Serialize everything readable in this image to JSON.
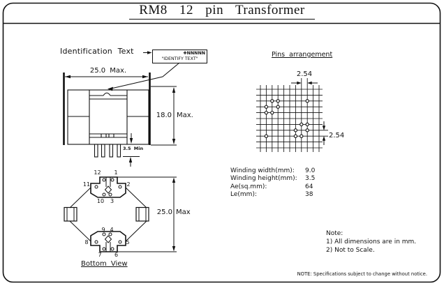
{
  "title": "RM8 12 pin Transformer",
  "identification": {
    "label": "Identification Text",
    "box": {
      "line1": "✚NNNNN",
      "line2": "\"IDENTIFY TEXT\""
    }
  },
  "front_view": {
    "width_dim": "25.0 Max.",
    "height_dim_value": "18.0",
    "height_dim_unit": "Max.",
    "pin_length_dim": "3.5 Min"
  },
  "pins_arrangement": {
    "heading": "Pins arrangement",
    "horizontal_pitch": "2.54",
    "vertical_pitch": "2.54"
  },
  "bottom_view": {
    "label": "Bottom View",
    "height_dim_value": "25.0",
    "height_dim_unit": "Max",
    "pin_numbers": [
      "12",
      "1",
      "11",
      "2",
      "10",
      "3",
      "9",
      "4",
      "8",
      "5",
      "7",
      "6"
    ]
  },
  "specifications": {
    "rows": [
      {
        "label": "Winding width(mm):",
        "value": "9.0"
      },
      {
        "label": "Winding height(mm):",
        "value": "3.5"
      },
      {
        "label": "Ae(sq.mm):",
        "value": "64"
      },
      {
        "label": "Le(mm):",
        "value": "38"
      }
    ]
  },
  "note": {
    "heading": "Note:",
    "items": [
      "1) All dimensions are in mm.",
      "2) Not to Scale."
    ]
  },
  "footer_note": "NOTE: Specifications subject to change without notice."
}
